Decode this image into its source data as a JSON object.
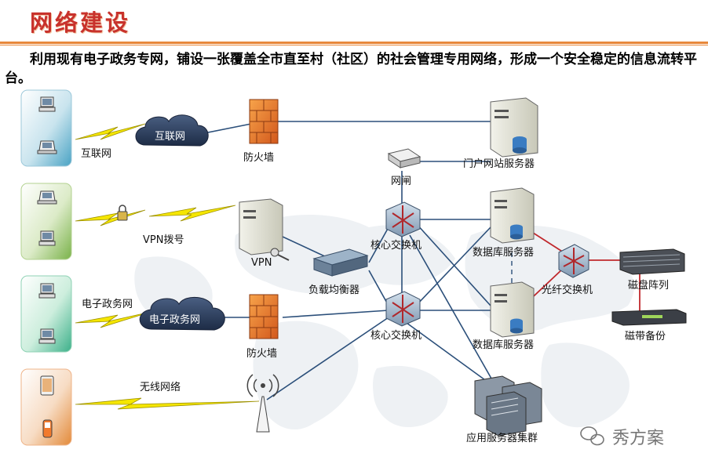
{
  "header": {
    "title": "网络建设",
    "intro": "利用现有电子政务专网，铺设一张覆盖全市直至村（社区）的社会管理专用网络，形成一个安全稳定的信息流转平台。"
  },
  "diagram": {
    "links": {
      "internet": "互联网",
      "vpn_dial": "VPN拨号",
      "egov": "电子政务网",
      "wireless": "无线网络"
    },
    "clouds": {
      "internet": "互联网",
      "egov": "电子政务网"
    },
    "nodes": {
      "firewall_top": "防火墙",
      "firewall_bottom": "防火墙",
      "vpn": "VPN",
      "gateway": "网闸",
      "portal_server": "门户网站服务器",
      "core_switch_1": "核心交换机",
      "core_switch_2": "核心交换机",
      "load_balancer": "负载均衡器",
      "db_server_1": "数据库服务器",
      "db_server_2": "数据库服务器",
      "fiber_switch": "光纤交换机",
      "disk_array": "磁盘阵列",
      "tape_backup": "磁带备份",
      "app_cluster": "应用服务器集群"
    }
  },
  "watermark": "秀方案",
  "colors": {
    "title": "#c8322c",
    "rule": "#e8883a",
    "link_blue": "#2b4f7a",
    "link_red": "#c0282c",
    "lightning": "#f5e600",
    "panel_blue": "#4aa3c4",
    "panel_green": "#7ab24a",
    "panel_teal": "#3db08a",
    "panel_orange": "#e38a3a"
  }
}
